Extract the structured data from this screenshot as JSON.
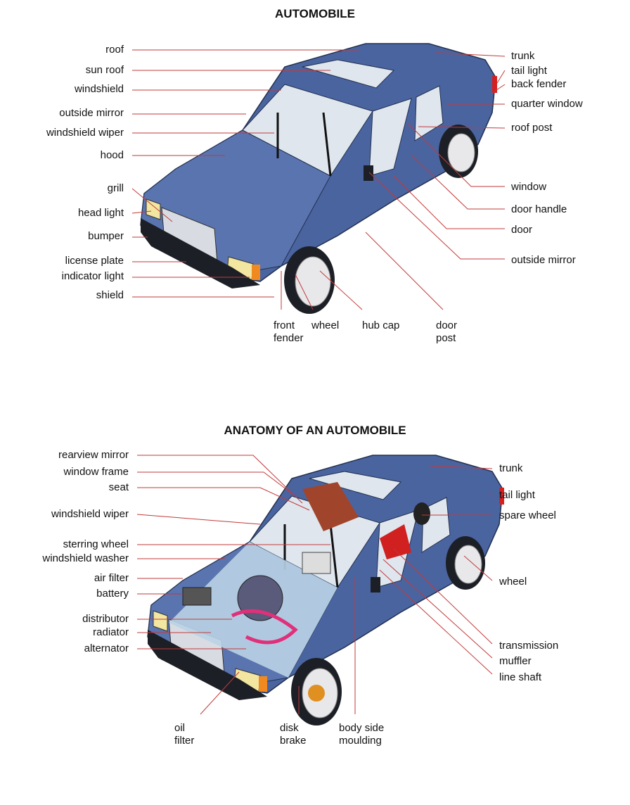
{
  "diagram1": {
    "title": "AUTOMOBILE",
    "left_labels": [
      "roof",
      "sun roof",
      "windshield",
      "outside mirror",
      "windshield wiper",
      "hood",
      "grill",
      "head light",
      "bumper",
      "license plate",
      "indicator light",
      "shield"
    ],
    "right_labels": [
      "trunk",
      "tail light",
      "back fender",
      "quarter window",
      "roof post",
      "window",
      "door handle",
      "door",
      "outside mirror"
    ],
    "bottom_labels": [
      [
        "front",
        "fender"
      ],
      [
        "wheel"
      ],
      [
        "hub cap"
      ],
      [
        "door",
        "post"
      ]
    ]
  },
  "diagram2": {
    "title": "ANATOMY OF AN AUTOMOBILE",
    "left_labels": [
      "rearview mirror",
      "window frame",
      "seat",
      "windshield wiper",
      "sterring wheel",
      "windshield washer",
      "air filter",
      "battery",
      "distributor",
      "radiator",
      "alternator"
    ],
    "right_labels": [
      "trunk",
      "tail light",
      "spare wheel",
      "wheel",
      "transmission",
      "muffler",
      "line shaft"
    ],
    "bottom_labels": [
      [
        "oil",
        "filter"
      ],
      [
        "disk",
        "brake"
      ],
      [
        "body side",
        "moulding"
      ]
    ]
  },
  "colors": {
    "body": "#4a64a0",
    "leader": "#c23a3a"
  }
}
